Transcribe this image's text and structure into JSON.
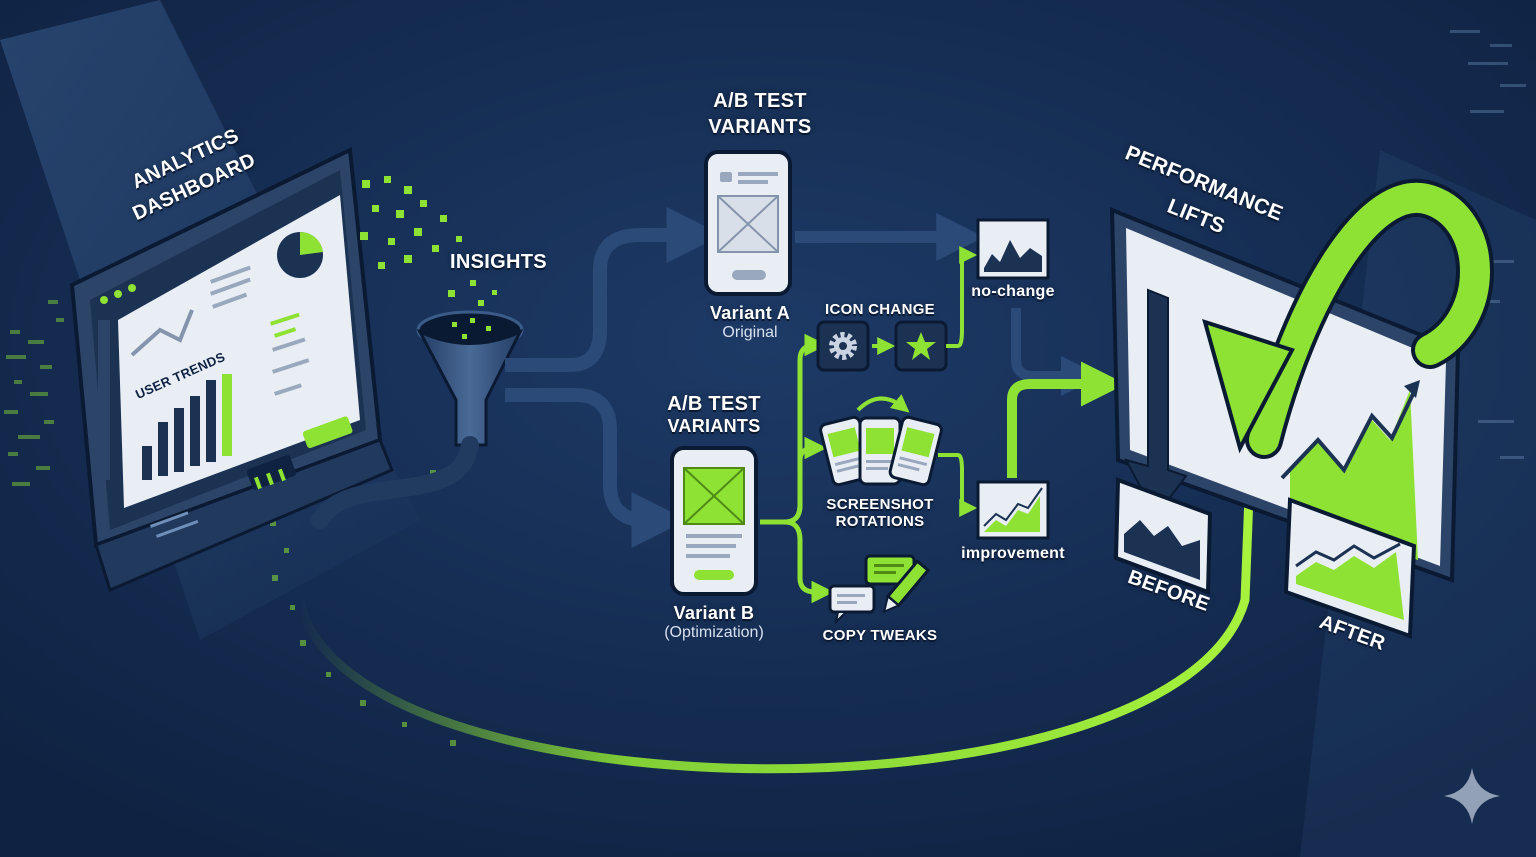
{
  "colors": {
    "background": "#13284a",
    "accent": "#8ee234",
    "panel": "#e9eef5",
    "frame": "#2c4468",
    "outline": "#0b1a33"
  },
  "dashboard": {
    "title_line1": "ANALYTICS",
    "title_line2": "DASHBOARD",
    "chart_label": "USER TRENDS"
  },
  "funnel": {
    "label": "INSIGHTS"
  },
  "variants": {
    "group_title_1_line1": "A/B TEST",
    "group_title_1_line2": "VARIANTS",
    "group_title_2_line1": "A/B TEST",
    "group_title_2_line2": "VARIANTS",
    "variant_a": {
      "name": "Variant A",
      "desc": "Original"
    },
    "variant_b": {
      "name": "Variant B",
      "desc": "(Optimization)"
    }
  },
  "changes": {
    "icon_change": "ICON CHANGE",
    "screenshot_line1": "SCREENSHOT",
    "screenshot_line2": "ROTATIONS",
    "copy_tweaks": "COPY TWEAKS"
  },
  "results": {
    "no_change": "no-change",
    "improvement": "improvement"
  },
  "performance": {
    "title_line1": "PERFORMANCE",
    "title_line2": "LIFTS",
    "before": "BEFORE",
    "after": "AFTER"
  },
  "icons": [
    "gear-icon",
    "star-icon",
    "chat-bubble-icon",
    "pencil-icon",
    "sparkle-icon",
    "funnel-icon"
  ]
}
